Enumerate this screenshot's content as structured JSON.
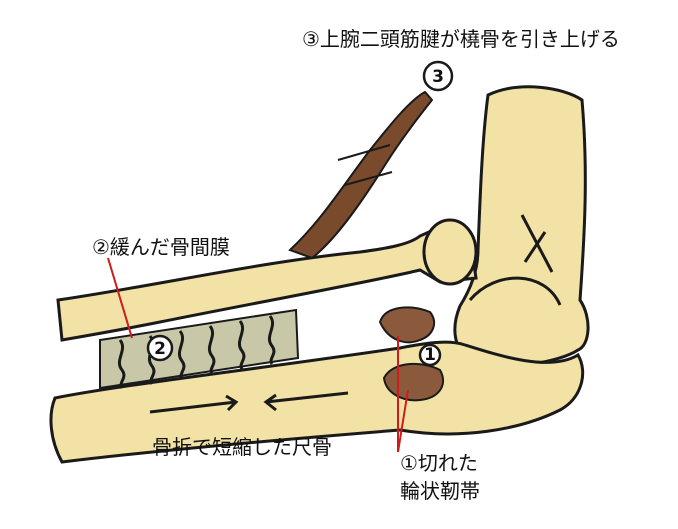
{
  "labels": {
    "biceps_tendon": "③上腕二頭筋腱が橈骨を引き上げる",
    "interosseous": "②緩んだ骨間膜",
    "ulna_short": "骨折で短縮した尺骨",
    "ligament_line1": "①切れた",
    "ligament_line2": "輪状靭帯"
  },
  "markers": {
    "m1": "1",
    "m2": "2",
    "m3": "3"
  },
  "colors": {
    "bone": "#f2e2a6",
    "outline": "#1a1a1a",
    "tendon": "#7a4a2c",
    "membrane": "#c8c8a8",
    "ligament": "#8b5a3c",
    "pointer": "#d11a1a"
  }
}
